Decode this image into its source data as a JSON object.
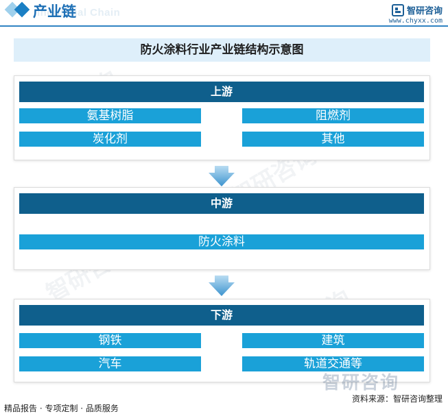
{
  "header": {
    "title": "产业链",
    "subtitle_en": "Industrial Chain",
    "brand_name": "智研咨询",
    "brand_url": "www.chyxx.com"
  },
  "chart_title": "防火涂料行业产业链结构示意图",
  "stages": {
    "upstream": {
      "label": "上游",
      "items": [
        "氨基树脂",
        "阻燃剂",
        "炭化剂",
        "其他"
      ]
    },
    "midstream": {
      "label": "中游",
      "items": [
        "防火涂料"
      ]
    },
    "downstream": {
      "label": "下游",
      "items": [
        "钢铁",
        "建筑",
        "汽车",
        "轨道交通等"
      ]
    }
  },
  "watermark": "智研咨询",
  "footer": {
    "left": "精品报告 · 专项定制 · 品质服务",
    "right": "资料来源：智研咨询整理"
  },
  "colors": {
    "stage_header": "#0f5f8c",
    "item_box": "#1aa1d8",
    "title_band": "#deeffa",
    "accent": "#1d6fb5",
    "arrow": "#4a9fd4"
  }
}
